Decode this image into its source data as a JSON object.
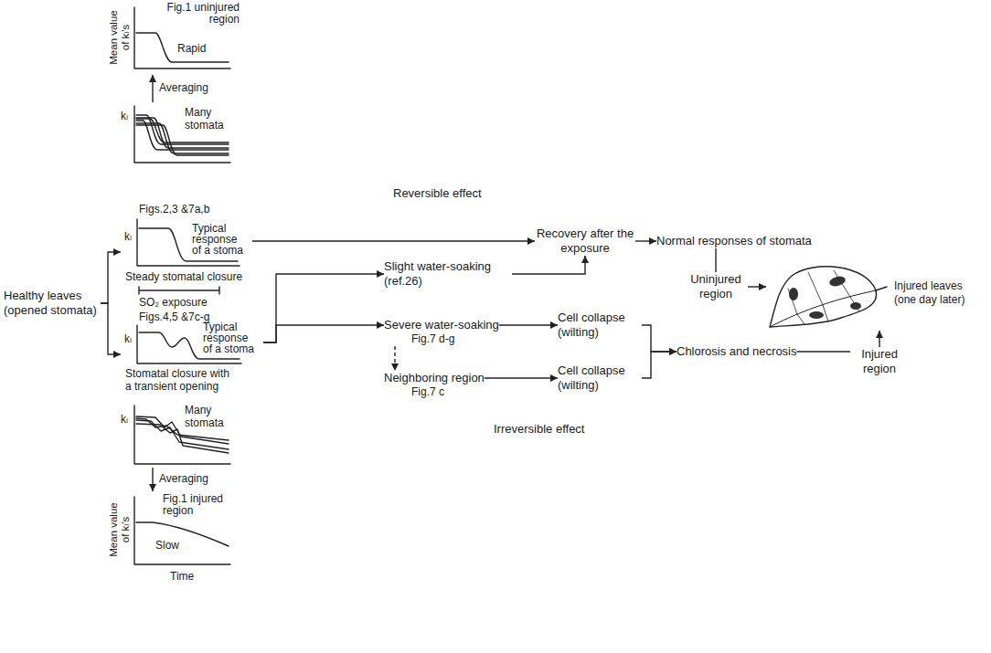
{
  "diagram": {
    "nodes": [
      {
        "text": [
          "Mean value of kₗ's",
          "Fig.1 uninjured region",
          "Rapid"
        ]
      },
      {
        "text": [
          "kₗ",
          "Many stomata"
        ]
      },
      {
        "text": [
          "kₗ",
          "Figs.2,3 &7a,b",
          "Typical response of a stoma",
          "Steady stomatal closure"
        ]
      },
      {
        "text": [
          "kₗ",
          "Figs.4,5 &7c-g",
          "Typical response of a stoma",
          "Stomatal closure with a transient opening"
        ]
      },
      {
        "text": [
          "kₗ",
          "Many stomata"
        ]
      },
      {
        "text": [
          "Mean value of kₗ's",
          "Fig.1 injured region",
          "Slow",
          "Time"
        ]
      },
      {
        "text": [
          "Healthy leaves (opened stomata)"
        ]
      },
      {
        "text": [
          "Slight water-soaking (ref.26)"
        ]
      },
      {
        "text": [
          "Severe water-soaking",
          "Fig.7 d-g"
        ]
      },
      {
        "text": [
          "Neighboring region",
          "Fig.7 c"
        ]
      },
      {
        "text": [
          "Cell collapse (wilting)"
        ]
      },
      {
        "text": [
          "Cell collapse (wilting)"
        ]
      },
      {
        "text": [
          "Recovery after the exposure"
        ]
      },
      {
        "text": [
          "Normal responses of stomata"
        ]
      },
      {
        "text": [
          "Chlorosis and necrosis"
        ]
      },
      {
        "text": [
          "Uninjured region"
        ]
      },
      {
        "text": [
          "Injured region"
        ]
      },
      {
        "text": [
          "Injured leaves (one day later)"
        ]
      }
    ],
    "edges": [
      {
        "from": 1,
        "to": 0,
        "arrow": "to",
        "label": "Averaging"
      },
      {
        "from": 4,
        "to": 5,
        "arrow": "to",
        "label": "Averaging"
      },
      {
        "from": 6,
        "to": 2,
        "arrow": "to"
      },
      {
        "from": 6,
        "to": 3,
        "arrow": "to"
      },
      {
        "from": 2,
        "to": 12,
        "arrow": "to"
      },
      {
        "from": 3,
        "to": 7,
        "arrow": "to"
      },
      {
        "from": 3,
        "to": 8,
        "arrow": "to"
      },
      {
        "from": 7,
        "to": 12,
        "arrow": "to"
      },
      {
        "from": 8,
        "to": 10,
        "arrow": "to"
      },
      {
        "from": 8,
        "to": 9,
        "arrow": "to"
      },
      {
        "from": 9,
        "to": 11,
        "arrow": "to"
      },
      {
        "from": 10,
        "to": 14,
        "arrow": "to"
      },
      {
        "from": 11,
        "to": 14,
        "arrow": "to"
      },
      {
        "from": 12,
        "to": 13,
        "arrow": "to"
      },
      {
        "from": 13,
        "to": 15,
        "arrow": "none"
      },
      {
        "from": 15,
        "to": 17,
        "arrow": "to"
      },
      {
        "from": 14,
        "to": 16,
        "arrow": "none"
      },
      {
        "from": 16,
        "to": 17,
        "arrow": "to"
      }
    ],
    "labels": [
      "Reversible effect",
      "Irreversible effect",
      "SO₂ exposure"
    ]
  }
}
